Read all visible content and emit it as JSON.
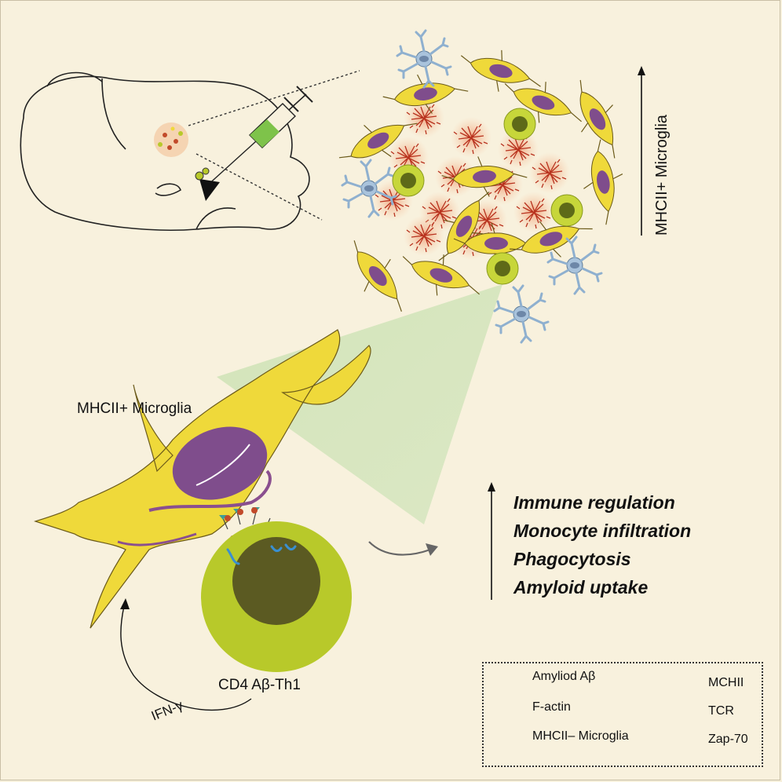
{
  "labels": {
    "mhcii_microglia": "MHCII+ Microglia",
    "cd4_th1": "CD4 Aβ-Th1",
    "ifn": "IFN-γ",
    "vertical_axis": "MHCII+ Microglia"
  },
  "outcomes": [
    "Immune regulation",
    "Monocyte infiltration",
    "Phagocytosis",
    "Amyloid uptake"
  ],
  "legend": {
    "amyloid": "Amyliod Aβ",
    "factin": "F-actin",
    "mhcii_neg": "MHCII– Microglia",
    "mchii": "MCHII",
    "tcr": "TCR",
    "zap70": "Zap-70"
  },
  "colors": {
    "background": "#f8f1dd",
    "microglia_yellow": "#f0dc3a",
    "nucleus_purple": "#8a4f8f",
    "tcell_green": "#b8c92a",
    "tcell_nucleus": "#5b5a22",
    "resting_microglia_blue": "#a9c3dc",
    "amyloid_red": "#c24a2a"
  }
}
